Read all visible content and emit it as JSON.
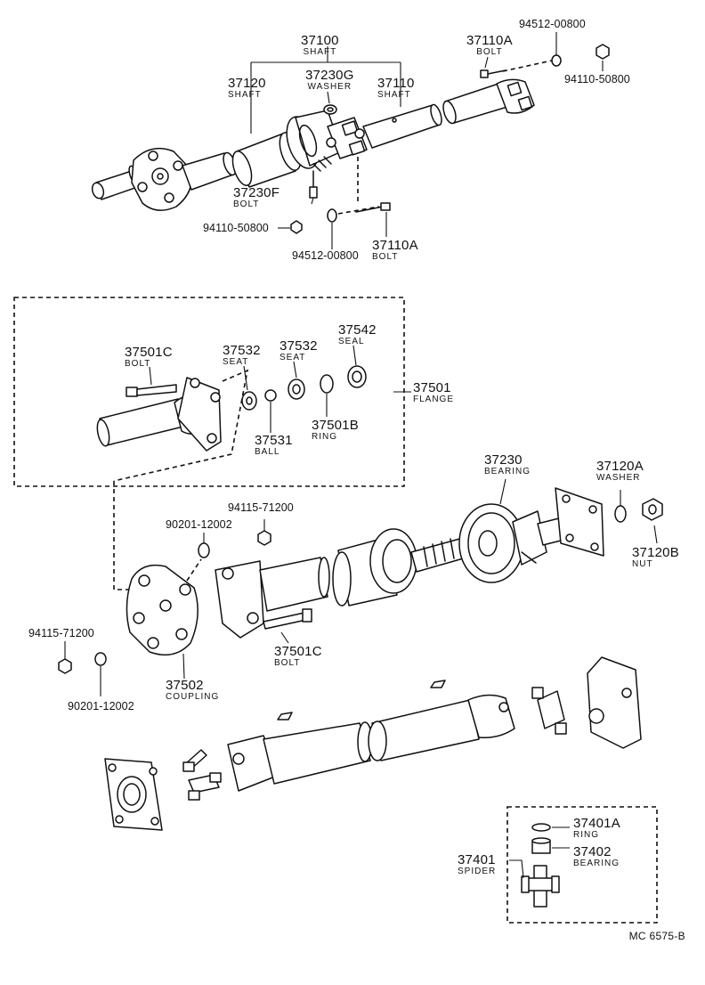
{
  "diagram_code": "MC 6575-B",
  "labels": {
    "p37100": {
      "num": "37100",
      "sub": "SHAFT"
    },
    "p37120": {
      "num": "37120",
      "sub": "SHAFT"
    },
    "p37230G": {
      "num": "37230G",
      "sub": "WASHER"
    },
    "p37110": {
      "num": "37110",
      "sub": "SHAFT"
    },
    "p37110A_top": {
      "num": "37110A",
      "sub": "BOLT"
    },
    "p94512_top": {
      "num": "94512-00800"
    },
    "p94110_top": {
      "num": "94110-50800"
    },
    "p37230F": {
      "num": "37230F",
      "sub": "BOLT"
    },
    "p94110_mid": {
      "num": "94110-50800"
    },
    "p94512_mid": {
      "num": "94512-00800"
    },
    "p37110A_mid": {
      "num": "37110A",
      "sub": "BOLT"
    },
    "p37501C_box": {
      "num": "37501C",
      "sub": "BOLT"
    },
    "p37532_a": {
      "num": "37532",
      "sub": "SEAT"
    },
    "p37532_b": {
      "num": "37532",
      "sub": "SEAT"
    },
    "p37542": {
      "num": "37542",
      "sub": "SEAL"
    },
    "p37501": {
      "num": "37501",
      "sub": "FLANGE"
    },
    "p37531": {
      "num": "37531",
      "sub": "BALL"
    },
    "p37501B": {
      "num": "37501B",
      "sub": "RING"
    },
    "p37230": {
      "num": "37230",
      "sub": "BEARING"
    },
    "p37120A": {
      "num": "37120A",
      "sub": "WASHER"
    },
    "p37120B": {
      "num": "37120B",
      "sub": "NUT"
    },
    "p94115_a": {
      "num": "94115-71200"
    },
    "p90201_a": {
      "num": "90201-12002"
    },
    "p94115_b": {
      "num": "94115-71200"
    },
    "p90201_b": {
      "num": "90201-12002"
    },
    "p37502": {
      "num": "37502",
      "sub": "COUPLING"
    },
    "p37501C_low": {
      "num": "37501C",
      "sub": "BOLT"
    },
    "p37401A": {
      "num": "37401A",
      "sub": "RING"
    },
    "p37402": {
      "num": "37402",
      "sub": "BEARING"
    },
    "p37401": {
      "num": "37401",
      "sub": "SPIDER"
    }
  }
}
